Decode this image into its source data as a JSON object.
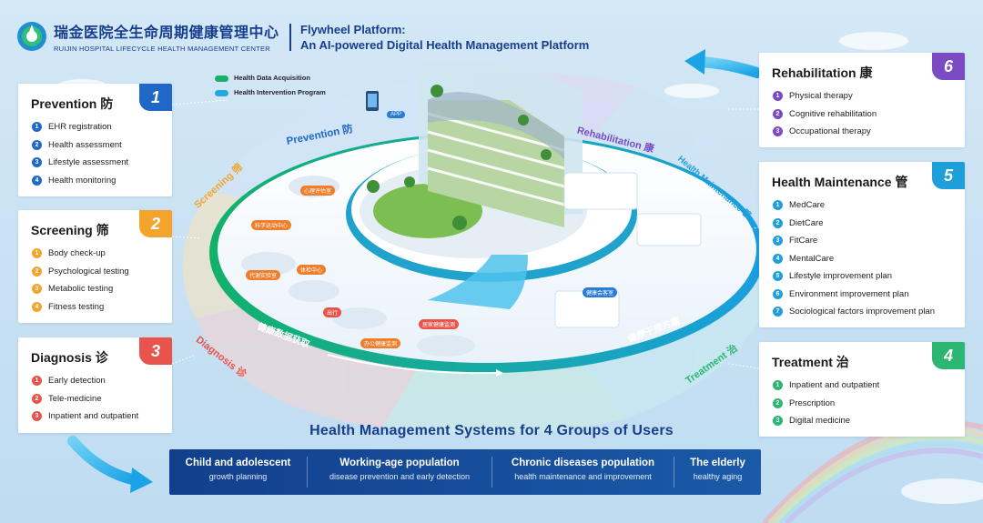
{
  "header": {
    "org_cn": "瑞金医院全生命周期健康管理中心",
    "org_en": "RUIJIN HOSPITAL LIFECYCLE HEALTH MANAGEMENT CENTER",
    "title_line1": "Flywheel Platform:",
    "title_line2": "An AI-powered Digital Health Management Platform"
  },
  "legend": {
    "acquisition": "Health Data Acquisition",
    "intervention": "Health Intervention Program",
    "acquisition_color": "#1fae6a",
    "intervention_color": "#23a7e0"
  },
  "cards": {
    "prevention": {
      "title": "Prevention 防",
      "badge": "1",
      "color": "#2068c8",
      "items": [
        "EHR registration",
        "Health assessment",
        "Lifestyle assessment",
        "Health monitoring"
      ]
    },
    "screening": {
      "title": "Screening 筛",
      "badge": "2",
      "color": "#f4a42a",
      "items": [
        "Body check-up",
        "Psychological testing",
        "Metabolic testing",
        "Fitness testing"
      ]
    },
    "diagnosis": {
      "title": "Diagnosis 诊",
      "badge": "3",
      "color": "#e8544b",
      "items": [
        "Early detection",
        "Tele-medicine",
        "Inpatient and outpatient"
      ]
    },
    "rehabilitation": {
      "title": "Rehabilitation 康",
      "badge": "6",
      "color": "#7b4bc3",
      "items": [
        "Physical therapy",
        "Cognitive rehabilitation",
        "Occupational therapy"
      ]
    },
    "maintenance": {
      "title": "Health Maintenance 管",
      "badge": "5",
      "color": "#1f9fd9",
      "items": [
        "MedCare",
        "DietCare",
        "FitCare",
        "MentalCare",
        "Lifestyle improvement plan",
        "Environment improvement plan",
        "Sociological factors improvement plan"
      ]
    },
    "treatment": {
      "title": "Treatment 治",
      "badge": "4",
      "color": "#2bb673",
      "items": [
        "Inpatient and outpatient",
        "Prescription",
        "Digital medicine"
      ]
    }
  },
  "ring_labels": {
    "prevention": "Prevention 防",
    "screening": "Screening 筛",
    "diagnosis": "Diagnosis 诊",
    "rehabilitation": "Rehabilitation 康",
    "maintenance": "Health Maintenance 管",
    "treatment": "Treatment 治",
    "data_acq_cn": "健康数据获取",
    "intervention_cn": "健康干预方案"
  },
  "scene_labels": {
    "app": "APP",
    "s1": "心理评估室",
    "s2": "科学运动中心",
    "s3": "体检中心",
    "s4": "代谢实验室",
    "s5": "出行",
    "s6": "办公健康监测",
    "s7": "居家健康监测",
    "s8": "健康会客室"
  },
  "bottom": {
    "title": "Health Management Systems for 4 Groups of Users",
    "groups": [
      {
        "title": "Child and adolescent",
        "sub": "growth planning"
      },
      {
        "title": "Working-age population",
        "sub": "disease prevention and early detection"
      },
      {
        "title": "Chronic diseases population",
        "sub": "health maintenance and improvement"
      },
      {
        "title": "The elderly",
        "sub": "healthy aging"
      }
    ]
  }
}
